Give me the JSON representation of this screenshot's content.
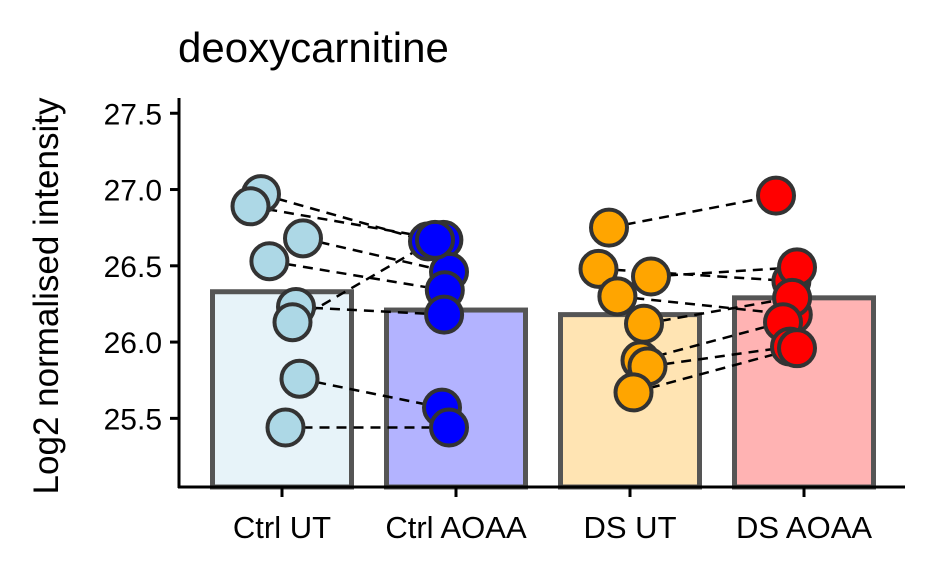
{
  "chart_data": {
    "type": "bar",
    "title": "deoxycarnitine",
    "xlabel": "",
    "ylabel": "Log2 normalised intensity",
    "categories": [
      "Ctrl UT",
      "Ctrl AOAA",
      "DS UT",
      "DS AOAA"
    ],
    "values": [
      26.33,
      26.21,
      26.18,
      26.29
    ],
    "ylim": [
      25.05,
      27.6
    ],
    "yticks": [
      "25.5",
      "26.0",
      "26.5",
      "27.0",
      "27.5"
    ],
    "grid": false,
    "legend": "none",
    "bar_fill_colors": [
      "#e7f3f9",
      "#b3b3ff",
      "#ffe4b3",
      "#ffb3b3"
    ],
    "point_colors": [
      "#add8e6",
      "#0000ff",
      "#ffa500",
      "#ff0000"
    ],
    "bar_edge_color": "#555555",
    "point_edge_color": "#333333",
    "points": [
      [
        26.97,
        26.89,
        26.68,
        26.53,
        26.23,
        26.13,
        25.76,
        25.44
      ],
      [
        26.66,
        26.67,
        26.46,
        26.34,
        26.18,
        26.67,
        25.57,
        25.44
      ],
      [
        26.75,
        26.48,
        26.43,
        26.3,
        26.12,
        25.88,
        25.84,
        25.67
      ],
      [
        26.96,
        26.4,
        26.49,
        26.18,
        26.29,
        26.13,
        25.97,
        25.96
      ]
    ],
    "pairs": [
      [
        [
          0,
          0
        ],
        [
          1,
          0
        ]
      ],
      [
        [
          0,
          1
        ],
        [
          1,
          1
        ]
      ],
      [
        [
          0,
          2
        ],
        [
          1,
          2
        ]
      ],
      [
        [
          0,
          3
        ],
        [
          1,
          3
        ]
      ],
      [
        [
          0,
          4
        ],
        [
          1,
          4
        ]
      ],
      [
        [
          0,
          5
        ],
        [
          1,
          5
        ]
      ],
      [
        [
          0,
          6
        ],
        [
          1,
          6
        ]
      ],
      [
        [
          0,
          7
        ],
        [
          1,
          7
        ]
      ],
      [
        [
          2,
          0
        ],
        [
          3,
          0
        ]
      ],
      [
        [
          2,
          1
        ],
        [
          3,
          1
        ]
      ],
      [
        [
          2,
          2
        ],
        [
          3,
          2
        ]
      ],
      [
        [
          2,
          3
        ],
        [
          3,
          3
        ]
      ],
      [
        [
          2,
          4
        ],
        [
          3,
          4
        ]
      ],
      [
        [
          2,
          5
        ],
        [
          3,
          5
        ]
      ],
      [
        [
          2,
          6
        ],
        [
          3,
          6
        ]
      ],
      [
        [
          2,
          7
        ],
        [
          3,
          7
        ]
      ]
    ]
  }
}
